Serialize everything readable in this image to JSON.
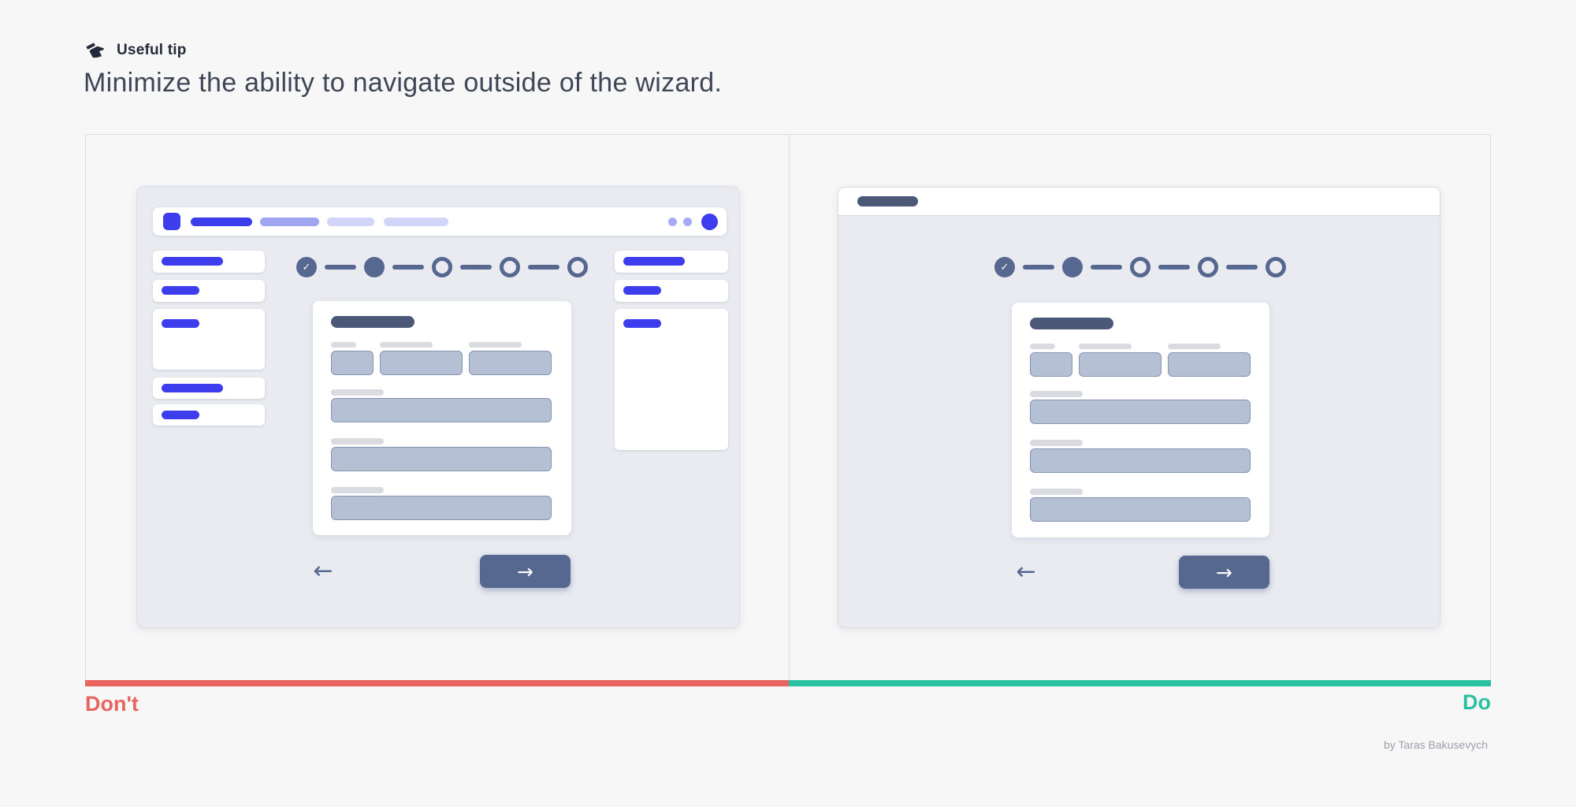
{
  "header": {
    "badge_label": "Useful tip",
    "title": "Minimize the ability to navigate outside of the wizard."
  },
  "comparison": {
    "dont_label": "Don't",
    "do_label": "Do",
    "attribution": "by Taras Bakusevych"
  },
  "wizard": {
    "check_glyph": "✓",
    "back_arrow_glyph": "←",
    "next_arrow_glyph": "→",
    "steps": [
      {
        "state": "completed"
      },
      {
        "state": "current"
      },
      {
        "state": "upcoming"
      },
      {
        "state": "upcoming"
      },
      {
        "state": "upcoming"
      }
    ]
  },
  "colors": {
    "background": "#f7f7f8",
    "panel_border": "#dadae0",
    "window_bg": "#e9ebf1",
    "accent_blue": "#3d3dee",
    "nav_pill_medium": "#9fa5f1",
    "nav_pill_light": "#d2d4f8",
    "slate": "#56688f",
    "title_pill": "#4c5878",
    "input_fill": "#b6c0d5",
    "input_border": "#8694b3",
    "label_gray": "#d9dbe1",
    "dont_red": "#e8655f",
    "do_green": "#2ac0a2",
    "attribution_gray": "#9ba0a9"
  }
}
